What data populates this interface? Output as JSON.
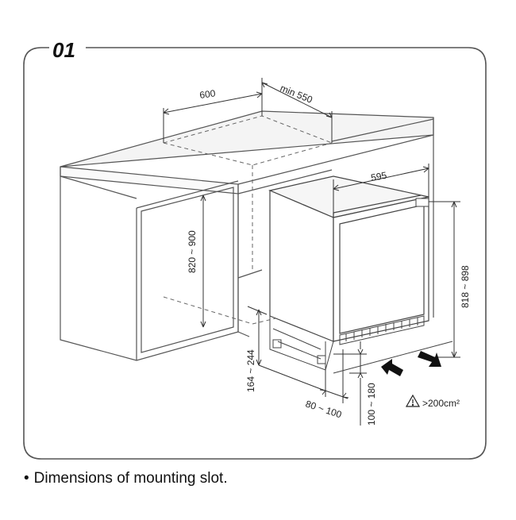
{
  "step_number": "01",
  "caption": "Dimensions of mounting slot.",
  "caption_bullet": "•",
  "dimensions": {
    "cabinet_width": "600",
    "cabinet_depth": "min 550",
    "appliance_width": "595",
    "niche_height": "820 ~ 900",
    "appliance_height": "818 ~ 898",
    "plinth_height": "164 ~ 244",
    "plinth_setback": "80 ~ 100",
    "vent_height": "100 ~ 180",
    "vent_area": ">200cm²"
  },
  "icons": {
    "warning": "warning-triangle-icon",
    "airflow": "airflow-arrows-icon"
  }
}
